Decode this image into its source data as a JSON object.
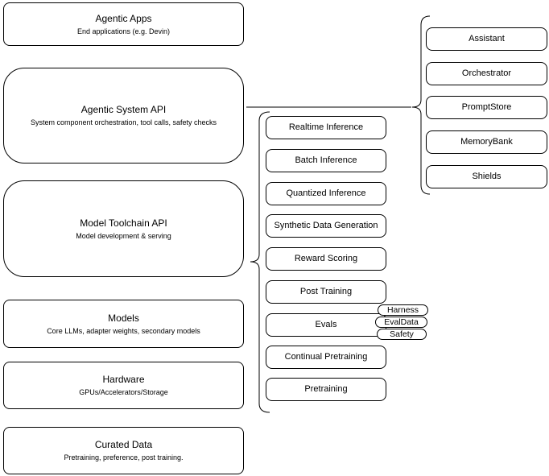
{
  "diagram": {
    "stack_layers": [
      {
        "title": "Agentic Apps",
        "subtitle": "End applications (e.g. Devin)"
      },
      {
        "title": "Agentic System API",
        "subtitle": "System component orchestration, tool calls, safety checks"
      },
      {
        "title": "Model Toolchain API",
        "subtitle": "Model development & serving"
      },
      {
        "title": "Models",
        "subtitle": "Core LLMs, adapter weights, secondary models"
      },
      {
        "title": "Hardware",
        "subtitle": "GPUs/Accelerators/Storage"
      },
      {
        "title": "Curated Data",
        "subtitle": "Pretraining, preference, post training."
      }
    ],
    "toolchain_services": [
      "Realtime Inference",
      "Batch Inference",
      "Quantized Inference",
      "Synthetic Data Generation",
      "Reward Scoring",
      "Post Training",
      "Evals",
      "Continual Pretraining",
      "Pretraining"
    ],
    "evals_tags": [
      "Harness",
      "EvalData",
      "Safety"
    ],
    "system_components": [
      "Assistant",
      "Orchestrator",
      "PromptStore",
      "MemoryBank",
      "Shields"
    ],
    "colors": {
      "stroke": "#000000",
      "background": "#ffffff",
      "text": "#000000"
    }
  }
}
